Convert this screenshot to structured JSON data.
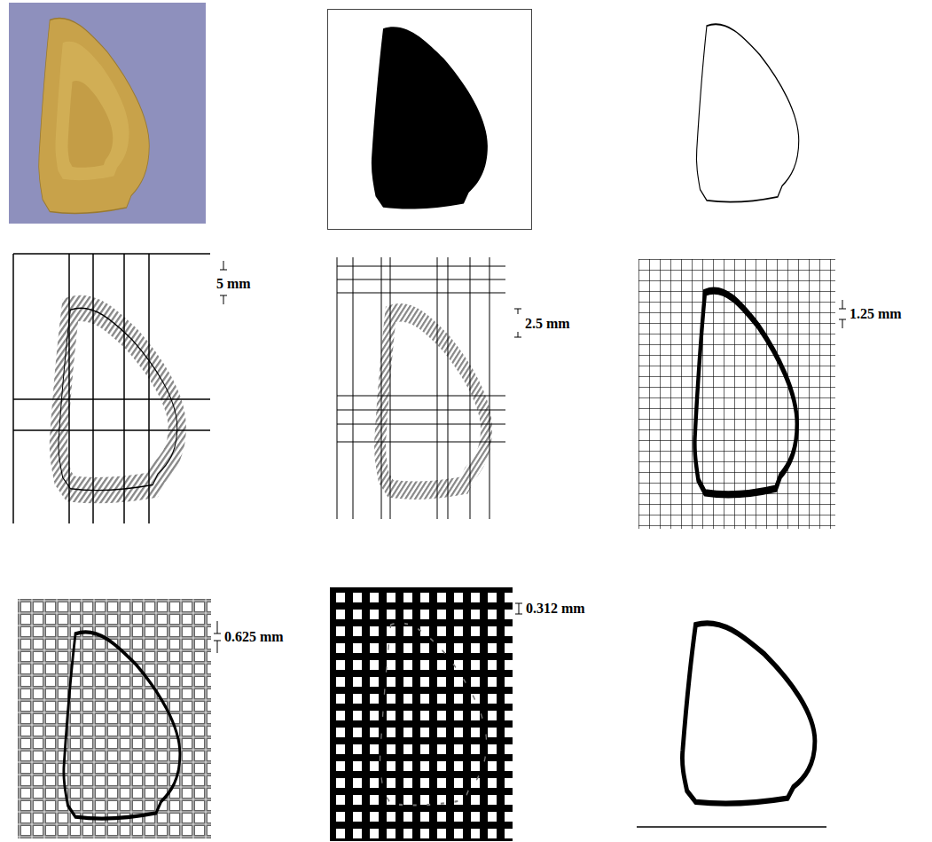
{
  "diagram": {
    "labels": [
      "5 mm",
      "2.5 mm",
      "1.25 mm",
      "0.625 mm",
      "0.312 mm"
    ]
  }
}
